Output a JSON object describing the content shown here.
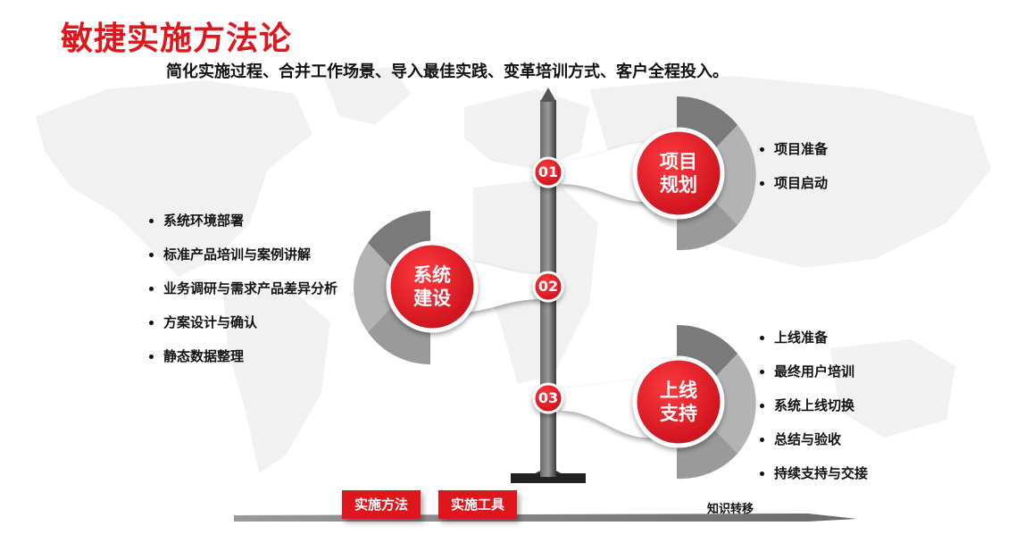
{
  "header": {
    "title": "敏捷实施方法论",
    "subtitle": "简化实施过程、合并工作场景、导入最佳实践、变革培训方式、客户全程投入。"
  },
  "phases": [
    {
      "number": "01",
      "name_line1": "项目",
      "name_line2": "规划",
      "bullets": [
        "项目准备",
        "项目启动"
      ]
    },
    {
      "number": "02",
      "name_line1": "系统",
      "name_line2": "建设",
      "bullets": [
        "系统环境部署",
        "标准产品培训与案例讲解",
        "业务调研与需求产品差异分析",
        "方案设计与确认",
        "静态数据整理"
      ]
    },
    {
      "number": "03",
      "name_line1": "上线",
      "name_line2": "支持",
      "bullets": [
        "上线准备",
        "最终用户培训",
        "系统上线切换",
        "总结与验收",
        "持续支持与交接"
      ]
    }
  ],
  "footer": {
    "method_label": "实施方法",
    "tool_label": "实施工具",
    "transfer_label": "知识转移"
  },
  "colors": {
    "accent": "#e0161d",
    "pole": "#4a4a4a",
    "ring_dark": "#7a7a7a",
    "ring_light": "#b8b8b8"
  }
}
